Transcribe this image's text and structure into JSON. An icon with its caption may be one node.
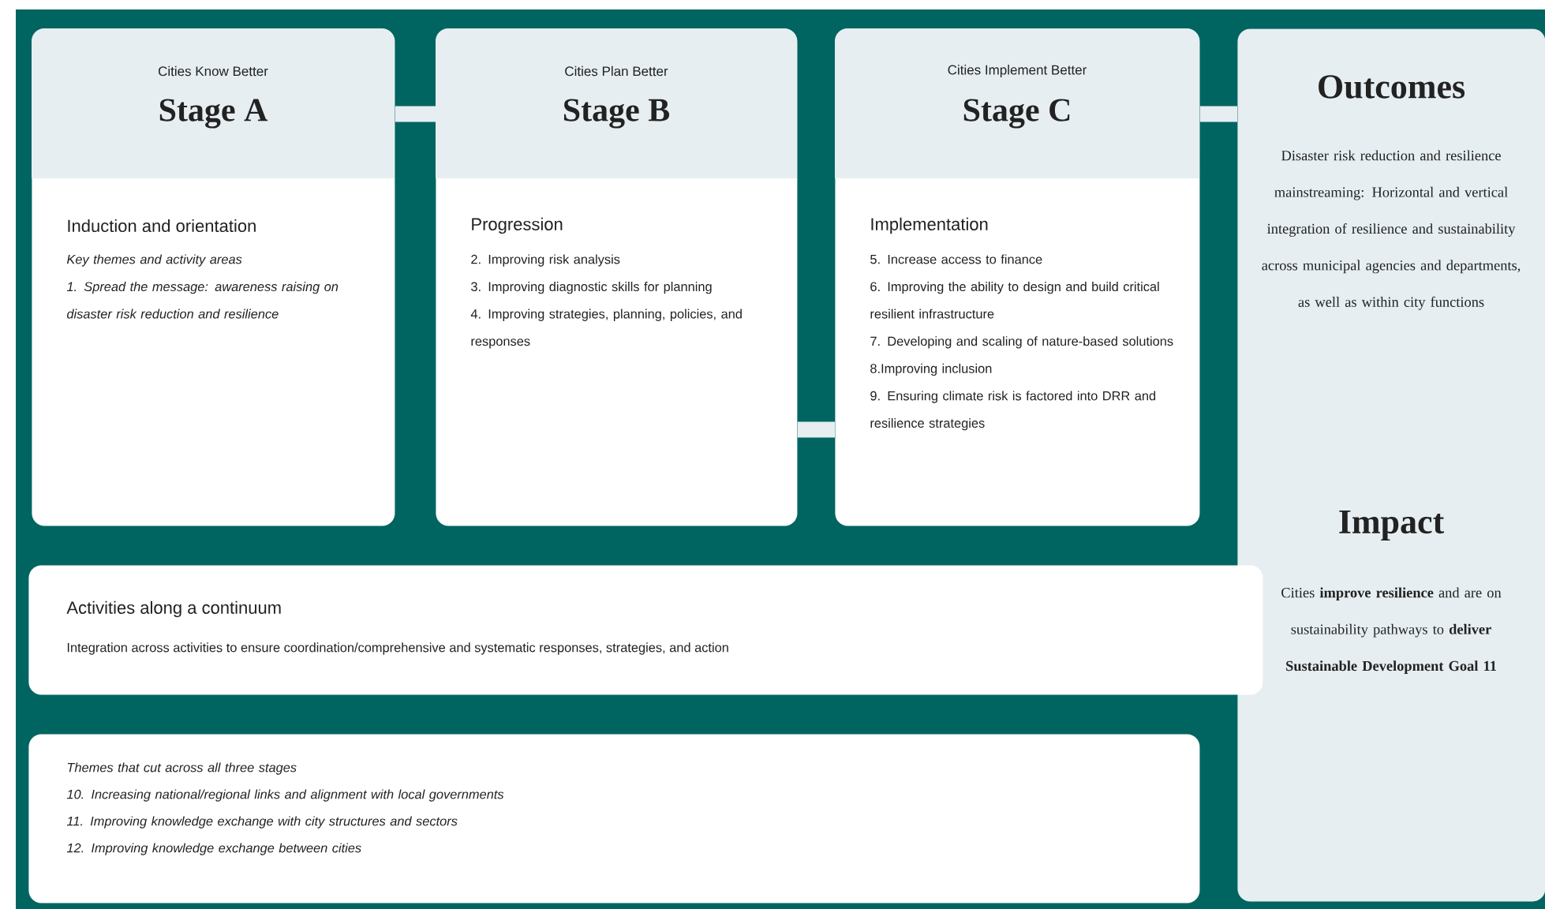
{
  "diagram": {
    "nodes": [
      {
        "text": [
          "Cities Know Better",
          "Stage A",
          "Induction and orientation",
          "Key themes and activity areas",
          "1. Spread the message: awareness raising on disaster risk reduction and resilience"
        ]
      },
      {
        "text": [
          "Cities Plan Better",
          "Stage B",
          "Progression",
          "2. Improving risk analysis",
          "3. Improving diagnostic skills for planning",
          "4. Improving strategies, planning, policies, and responses"
        ]
      },
      {
        "text": [
          "Cities Implement Better",
          "Stage C",
          "Implementation",
          "5. Increase access to finance",
          "6. Improving the ability to design and build critical resilient infrastructure",
          "7. Developing and scaling of nature-based solutions",
          "8.Improving inclusion",
          "9. Ensuring climate risk is factored into DRR and resilience strategies"
        ]
      },
      {
        "text": [
          "Outcomes",
          "Disaster risk reduction and resilience mainstreaming: Horizontal and vertical integration of resilience and sustainability across municipal agencies and departments, as well as within city functions",
          "Impact",
          "Cities **improve resilience** and are on sustainability pathways to **deliver Sustainable Development Goal 11**"
        ]
      },
      {
        "text": [
          "Activities along a continuum",
          "Integration across activities to ensure coordination/comprehensive and systematic responses, strategies, and action"
        ]
      },
      {
        "text": [
          "Themes that cut across all three stages",
          "10. Increasing national/regional links and alignment with local governments",
          "11. Improving knowledge exchange with city structures and sectors",
          "12. Improving knowledge exchange between cities"
        ]
      }
    ],
    "edges": [
      {
        "from": 0,
        "to": 1,
        "arrow": "none"
      },
      {
        "from": 1,
        "to": 2,
        "arrow": "none"
      },
      {
        "from": 2,
        "to": 3,
        "arrow": "none"
      }
    ]
  }
}
